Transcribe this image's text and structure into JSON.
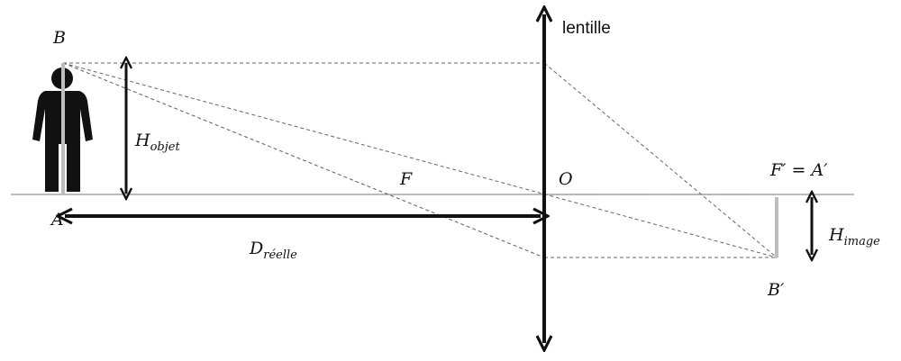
{
  "labels": {
    "lens": "lentille",
    "point_b": "B",
    "point_a": "A",
    "focal_f": "F",
    "center_o": "O",
    "image_top": "F′ = A′",
    "image_bottom": "B′"
  },
  "dimensions": {
    "object_height_main": "H",
    "object_height_sub": "objet",
    "real_distance_main": "D",
    "real_distance_sub": "réelle",
    "image_height_main": "H",
    "image_height_sub": "image"
  },
  "colors": {
    "line": "#111111",
    "axis": "#777777",
    "ray": "#666666",
    "object_bar": "#bdbdbd",
    "person": "#111111"
  }
}
